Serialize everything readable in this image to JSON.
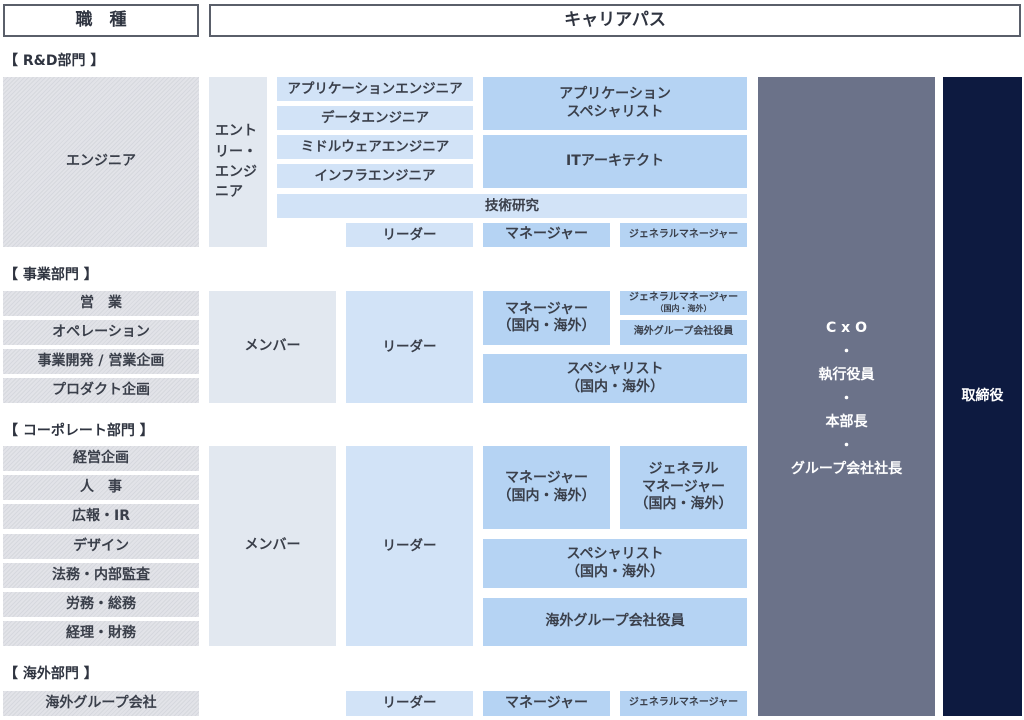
{
  "header": {
    "job_type": "職　種",
    "career_path": "キャリアパス"
  },
  "sections": {
    "rd": {
      "label": "【 R&D部門 】",
      "job": "エンジニア",
      "entry": "エント\nリー・\nエンジ\nニア",
      "tracks": [
        "アプリケーションエンジニア",
        "データエンジニア",
        "ミドルウェアエンジニア",
        "インフラエンジニア"
      ],
      "app_specialist": "アプリケーション\nスペシャリスト",
      "it_architect": "ITアーキテクト",
      "research": "技術研究",
      "leader": "リーダー",
      "manager": "マネージャー",
      "general_manager": "ジェネラルマネージャー"
    },
    "business": {
      "label": "【 事業部門 】",
      "jobs": [
        "営　業",
        "オペレーション",
        "事業開発 / 営業企画",
        "プロダクト企画"
      ],
      "member": "メンバー",
      "leader": "リーダー",
      "manager": "マネージャー\n（国内・海外）",
      "general_manager": "ジェネラルマネージャー",
      "general_manager_sub": "（国内・海外）",
      "overseas_officer": "海外グループ会社役員",
      "specialist": "スペシャリスト\n（国内・海外）"
    },
    "corporate": {
      "label": "【 コーポレート部門 】",
      "jobs": [
        "経営企画",
        "人　事",
        "広報・IR",
        "デザイン",
        "法務・内部監査",
        "労務・総務",
        "経理・財務"
      ],
      "member": "メンバー",
      "leader": "リーダー",
      "manager": "マネージャー\n（国内・海外）",
      "general_manager": "ジェネラル\nマネージャー\n（国内・海外）",
      "specialist": "スペシャリスト\n（国内・海外）",
      "overseas_officer": "海外グループ会社役員"
    },
    "overseas": {
      "label": "【 海外部門 】",
      "job": "海外グループ会社",
      "leader": "リーダー",
      "manager": "マネージャー",
      "general_manager": "ジェネラルマネージャー"
    }
  },
  "executive": {
    "lines": [
      "C x O",
      "・",
      "執行役員",
      "・",
      "本部長",
      "・",
      "グループ会社社長"
    ]
  },
  "board": {
    "label": "取締役"
  },
  "colors": {
    "job": "#e0e1e6",
    "member": "#e2e8f0",
    "light_blue": "#d2e3f7",
    "mid_blue": "#b5d3f3",
    "executive": "#6b7289",
    "board": "#0d1a40"
  }
}
